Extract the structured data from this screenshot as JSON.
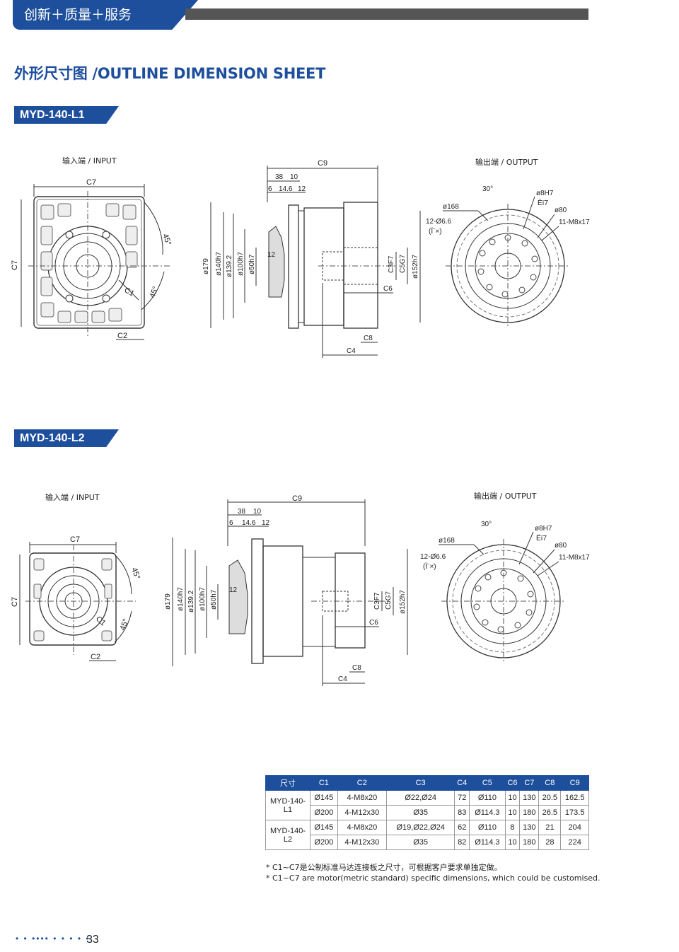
{
  "header": {
    "tab": "创新＋质量＋服务"
  },
  "page_title": "外形尺寸图 /OUTLINE DIMENSION SHEET",
  "sections": [
    {
      "model": "MYD-140-L1",
      "input_label": "输入端 / INPUT",
      "output_label": "输出端 / OUTPUT",
      "input_dims": {
        "c7": "C7",
        "c1": "C1",
        "c2": "C2",
        "a45": "45°"
      },
      "side_dims": {
        "c9": "C9",
        "d38": "38",
        "d10": "10",
        "d6": "6",
        "d146": "14.6",
        "d12": "12",
        "d12b": "12",
        "phi179": "ø179",
        "phi140": "ø140h7",
        "phi1392": "ø139.2",
        "phi100": "ø100h7",
        "phi50": "ø50h7",
        "c3": "C3F7",
        "c5": "C5G7",
        "phi152": "ø152h7",
        "c6": "C6",
        "c8": "C8",
        "c4": "C4"
      },
      "output_dims": {
        "a30": "30°",
        "phi168": "ø168",
        "holes": "12-Ø6.6",
        "holes_note": "(Ï¨×)",
        "phi8": "ø8H7",
        "ei7": "Ëï7",
        "phi80": "ø80",
        "m8": "11-M8x17"
      }
    },
    {
      "model": "MYD-140-L2",
      "input_label": "输入端 / INPUT",
      "output_label": "输出端 / OUTPUT",
      "input_dims": {
        "c7": "C7",
        "c1": "C1",
        "c2": "C2",
        "a45": "45°"
      },
      "side_dims": {
        "c9": "C9",
        "d38": "38",
        "d10": "10",
        "d6": "6",
        "d146": "14.6",
        "d12": "12",
        "d12b": "12",
        "phi179": "ø179",
        "phi140": "ø140h7",
        "phi1392": "ø139.2",
        "phi100": "ø100h7",
        "phi50": "ø50h7",
        "c3": "C3F7",
        "c5": "C5G7",
        "phi152": "ø152h7",
        "c6": "C6",
        "c8": "C8",
        "c4": "C4"
      },
      "output_dims": {
        "a30": "30°",
        "phi168": "ø168",
        "holes": "12-Ø6.6",
        "holes_note": "(Ï¨×)",
        "phi8": "ø8H7",
        "ei7": "Ëï7",
        "phi80": "ø80",
        "m8": "11-M8x17"
      }
    }
  ],
  "table": {
    "headers": [
      "尺寸",
      "C1",
      "C2",
      "C3",
      "C4",
      "C5",
      "C6",
      "C7",
      "C8",
      "C9"
    ],
    "groups": [
      {
        "model": "MYD-140-L1",
        "rows": [
          [
            "Ø145",
            "4-M8x20",
            "Ø22,Ø24",
            "72",
            "Ø110",
            "10",
            "130",
            "20.5",
            "162.5"
          ],
          [
            "Ø200",
            "4-M12x30",
            "Ø35",
            "83",
            "Ø114.3",
            "10",
            "180",
            "26.5",
            "173.5"
          ]
        ]
      },
      {
        "model": "MYD-140-L2",
        "rows": [
          [
            "Ø145",
            "4-M8x20",
            "Ø19,Ø22,Ø24",
            "62",
            "Ø110",
            "8",
            "130",
            "21",
            "204"
          ],
          [
            "Ø200",
            "4-M12x30",
            "Ø35",
            "82",
            "Ø114.3",
            "10",
            "180",
            "28",
            "224"
          ]
        ]
      }
    ]
  },
  "notes": [
    "* C1~C7是公制标准马达连接板之尺寸，可根据客户要求单独定做。",
    "* C1~C7 are motor(metric standard) specific dimensions, which could be customised."
  ],
  "footer": {
    "dots": "• • •••• • • • • •",
    "page": "33"
  },
  "colors": {
    "brand": "#1e4f9c",
    "bar": "#555555"
  }
}
